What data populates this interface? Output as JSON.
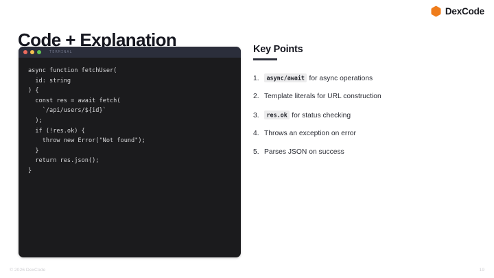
{
  "brand": {
    "name": "DexCode",
    "mark_color": "#ef7c1b"
  },
  "slide": {
    "title": "Code + Explanation"
  },
  "code_window": {
    "titlebar_label": "TERMINAL",
    "dots": [
      "red",
      "yellow",
      "green"
    ],
    "code": "async function fetchUser(\n  id: string\n) {\n  const res = await fetch(\n    `/api/users/${id}`\n  );\n  if (!res.ok) {\n    throw new Error(\"Not found\");\n  }\n  return res.json();\n}"
  },
  "key_points": {
    "heading": "Key Points",
    "items": [
      {
        "index": "1.",
        "code": "async/await",
        "text": "for async operations"
      },
      {
        "index": "2.",
        "code": "",
        "text": "Template literals for URL construction"
      },
      {
        "index": "3.",
        "code": "res.ok",
        "text": "for status checking"
      },
      {
        "index": "4.",
        "code": "",
        "text": "Throws an exception on error"
      },
      {
        "index": "5.",
        "code": "",
        "text": "Parses JSON on success"
      }
    ]
  },
  "footer": {
    "copyright": "© 2026 DexCode",
    "page_number": "19"
  }
}
